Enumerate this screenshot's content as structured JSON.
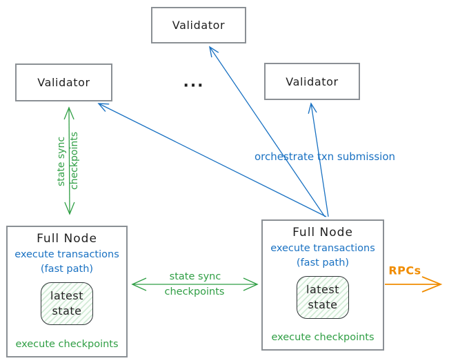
{
  "colors": {
    "blue": "#1971c2",
    "green": "#2f9e44",
    "orange": "#f08c00",
    "ink": "#1e1e1e",
    "box_border": "#8a8f94"
  },
  "validators": [
    {
      "label": "Validator"
    },
    {
      "label": "Validator"
    },
    {
      "label": "Validator"
    }
  ],
  "ellipsis": "...",
  "full_nodes": [
    {
      "title": "Full Node",
      "exec_txn": "execute transactions",
      "fast_path": "(fast path)",
      "state_line1": "latest",
      "state_line2": "state",
      "exec_checkpoints": "execute checkpoints"
    },
    {
      "title": "Full Node",
      "exec_txn": "execute transactions",
      "fast_path": "(fast path)",
      "state_line1": "latest",
      "state_line2": "state",
      "exec_checkpoints": "execute checkpoints"
    }
  ],
  "edges": {
    "validator_fullnode_sync": {
      "line1": "state sync",
      "line2": "checkpoints"
    },
    "fullnode_fullnode_sync": {
      "line1": "state sync",
      "line2": "checkpoints"
    },
    "orchestrate_label": "orchestrate txn submission",
    "rpcs_label": "RPCs"
  }
}
